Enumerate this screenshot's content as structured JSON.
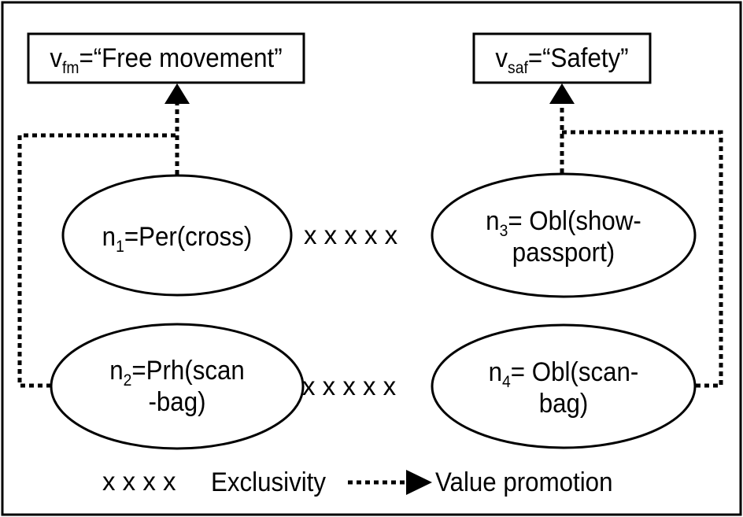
{
  "values": [
    {
      "symbol": "v",
      "subscript": "fm",
      "rest": "=“Free movement”"
    },
    {
      "symbol": "v",
      "subscript": "saf",
      "rest": "=“Safety”"
    }
  ],
  "norms": [
    {
      "symbol": "n",
      "subscript": "1",
      "line1": "=Per(cross)",
      "line2": ""
    },
    {
      "symbol": "n",
      "subscript": "2",
      "line1": "=Prh(scan",
      "line2": "-bag)"
    },
    {
      "symbol": "n",
      "subscript": "3",
      "line1": "= Obl(show-",
      "line2": "passport)"
    },
    {
      "symbol": "n",
      "subscript": "4",
      "line1": "= Obl(scan-",
      "line2": "bag)"
    }
  ],
  "exclusivity_marks": [
    "x x x x x",
    "x x x x x"
  ],
  "legend": {
    "exclusivity_symbol": "x x x x",
    "exclusivity_label": "Exclusivity",
    "promotion_label": "Value promotion"
  }
}
